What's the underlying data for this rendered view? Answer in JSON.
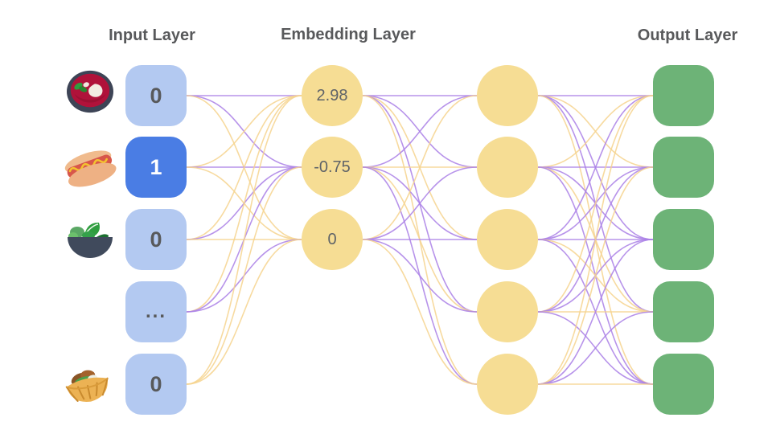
{
  "titles": {
    "input": "Input Layer",
    "embedding": "Embedding Layer",
    "output": "Output Layer"
  },
  "colors": {
    "background": "#ffffff",
    "input_node": "#b3c9f1",
    "input_node_active": "#4a7de4",
    "node_text": "#58595b",
    "active_text": "#ffffff",
    "embedding_node": "#f6dd94",
    "hidden_node": "#f6dd94",
    "output_node": "#6db377",
    "edge_purple": "#aa80e6",
    "edge_yellow": "#f6d48e",
    "title_text": "#58595b"
  },
  "input_layer": {
    "nodes": [
      {
        "icon": "soup-icon",
        "value": "0",
        "active": false
      },
      {
        "icon": "hotdog-icon",
        "value": "1",
        "active": true
      },
      {
        "icon": "salad-icon",
        "value": "0",
        "active": false
      },
      {
        "icon": null,
        "value": "...",
        "active": false
      },
      {
        "icon": "pita-icon",
        "value": "0",
        "active": false
      }
    ]
  },
  "embedding_layer": {
    "values": [
      "2.98",
      "-0.75",
      "0"
    ]
  },
  "hidden_layer": {
    "node_count": 5
  },
  "output_layer": {
    "node_count": 5
  },
  "edges": {
    "input_to_embedding": [
      [
        "P",
        "P",
        "Y"
      ],
      [
        "Y",
        "P",
        "Y"
      ],
      [
        "Y",
        "P",
        "Y"
      ],
      [
        "Y",
        "P",
        "P"
      ],
      [
        "Y",
        "Y",
        "Y"
      ]
    ],
    "embedding_to_hidden": [
      [
        "P",
        "P",
        "Y",
        "P",
        "Y"
      ],
      [
        "P",
        "Y",
        "P",
        "Y",
        "P"
      ],
      [
        "Y",
        "P",
        "P",
        "P",
        "Y"
      ]
    ],
    "hidden_to_output": [
      [
        "P",
        "Y",
        "P",
        "P",
        "Y"
      ],
      [
        "Y",
        "P",
        "P",
        "Y",
        "P"
      ],
      [
        "P",
        "P",
        "P",
        "Y",
        "P"
      ],
      [
        "Y",
        "P",
        "P",
        "Y",
        "P"
      ],
      [
        "Y",
        "Y",
        "P",
        "P",
        "Y"
      ]
    ]
  }
}
